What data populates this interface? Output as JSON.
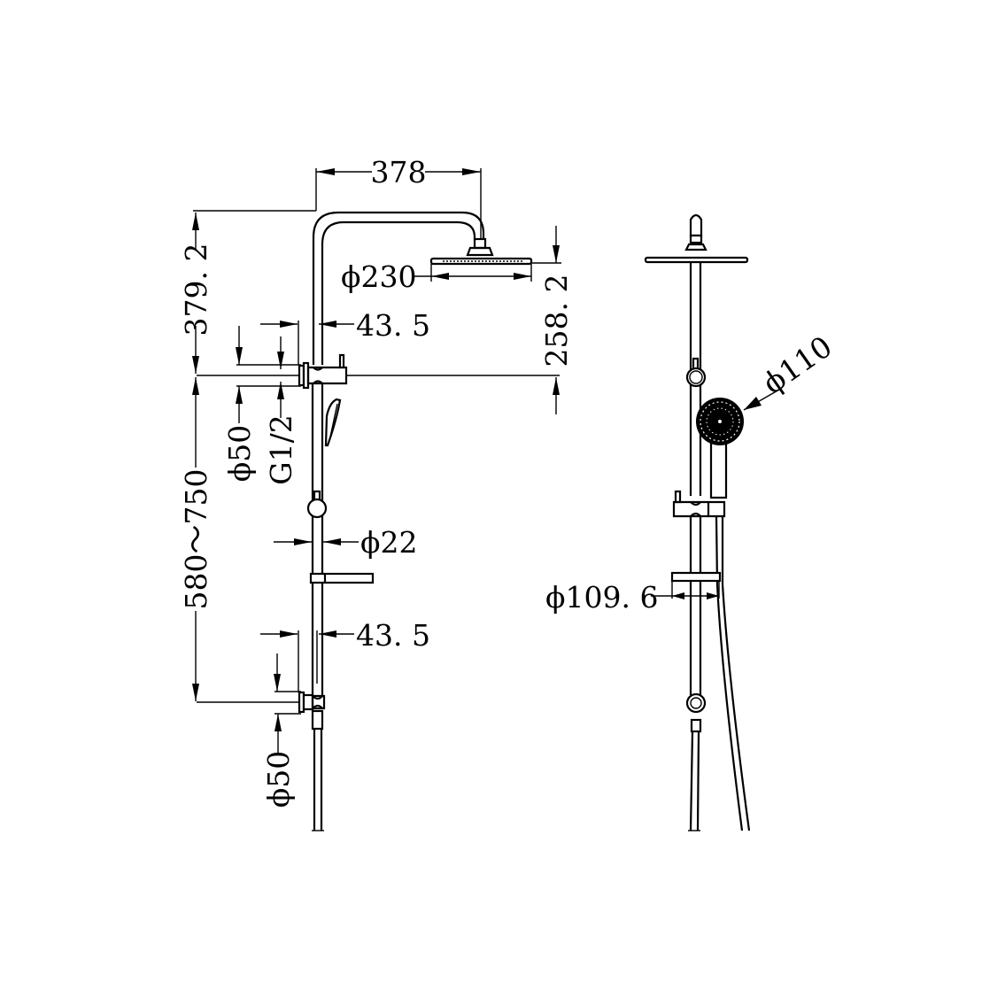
{
  "drawing": {
    "background": "#ffffff",
    "line_color": "#000000",
    "views": [
      "front-view",
      "side-view"
    ]
  },
  "front_view": {
    "dimensions": {
      "arm_reach": "378",
      "overhead_height": "379. 2",
      "rose_diameter": "ϕ230",
      "upper_offset": "43. 5",
      "rose_drop": "258. 2",
      "upper_bracket_diameter": "ϕ50",
      "thread_size": "G1/2",
      "bracket_spacing": "580～750",
      "rail_diameter": "ϕ22",
      "lower_offset": "43. 5",
      "lower_bracket_diameter": "ϕ50"
    }
  },
  "side_view": {
    "dimensions": {
      "handshower_diameter": "ϕ110",
      "soap_dish_diameter": "ϕ109. 6"
    }
  }
}
